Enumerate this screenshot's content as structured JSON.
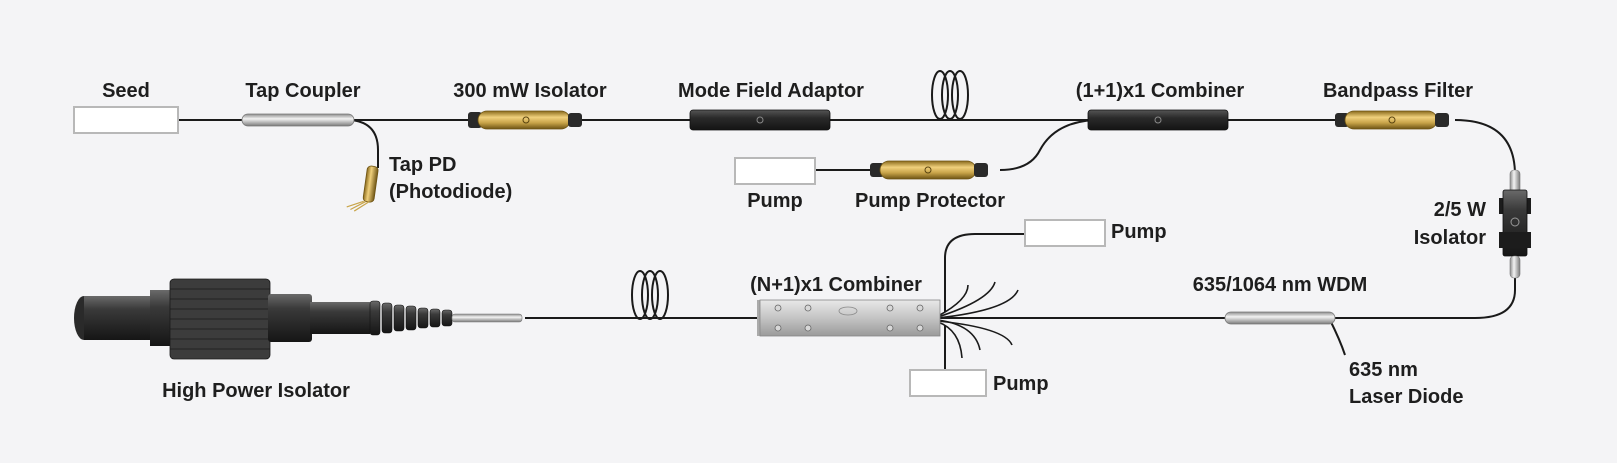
{
  "diagram": {
    "labels": {
      "seed": "Seed",
      "tap_coupler": "Tap Coupler",
      "isolator_300mw": "300 mW Isolator",
      "mode_field_adaptor": "Mode Field Adaptor",
      "combiner_1p1": "(1+1)x1 Combiner",
      "bandpass_filter": "Bandpass Filter",
      "tap_pd_line1": "Tap PD",
      "tap_pd_line2": "(Photodiode)",
      "pump_a": "Pump",
      "pump_protector": "Pump Protector",
      "isolator_2_5w_line1": "2/5 W",
      "isolator_2_5w_line2": "Isolator",
      "pump_b": "Pump",
      "combiner_np1": "(N+1)x1 Combiner",
      "wdm": "635/1064 nm WDM",
      "laser_diode_line1": "635 nm",
      "laser_diode_line2": "Laser Diode",
      "high_power_isolator": "High Power Isolator",
      "pump_c": "Pump"
    },
    "colors": {
      "background": "#f4f4f6",
      "fiber": "#1a1a1a",
      "gold": "#c9a54a",
      "silver": "#c8c8c8",
      "dark_device": "#2e2e2e",
      "placeholder_box": "#b8b8b8",
      "label_text": "#1e1e1e"
    }
  }
}
